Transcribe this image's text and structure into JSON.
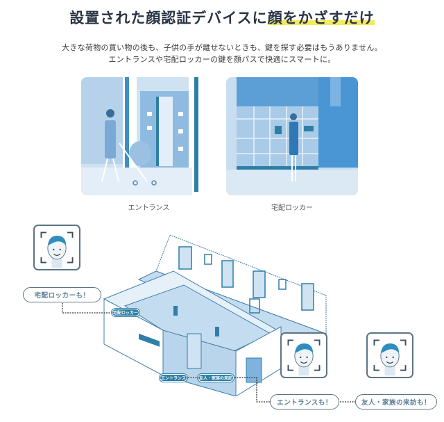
{
  "header": {
    "title_main": "設置された顔認証デバイスに",
    "title_highlight": "顔をかざすだけ",
    "subtitle_line1": "大きな荷物の買い物の後も、子供の手が離せないときも、鍵を探す必要はもうありません。",
    "subtitle_line2": "エントランスや宅配ロッカーの鍵を顔パスで快適にスマートに。"
  },
  "scenes": [
    {
      "caption": "エントランス"
    },
    {
      "caption": "宅配ロッカー"
    }
  ],
  "diagram": {
    "pills": [
      "宅配ロッカー",
      "エントランス",
      "友人・家族の来訪"
    ],
    "bubbles": [
      "宅配ロッカーも！",
      "エントランスも！",
      "友人・家族の来訪も！"
    ]
  },
  "colors": {
    "title": "#2a3545",
    "highlight": "#f3ea5d",
    "accent_blue": "#2d7fa6",
    "light_blue": "#c8def0",
    "card_border": "#5d7486"
  }
}
